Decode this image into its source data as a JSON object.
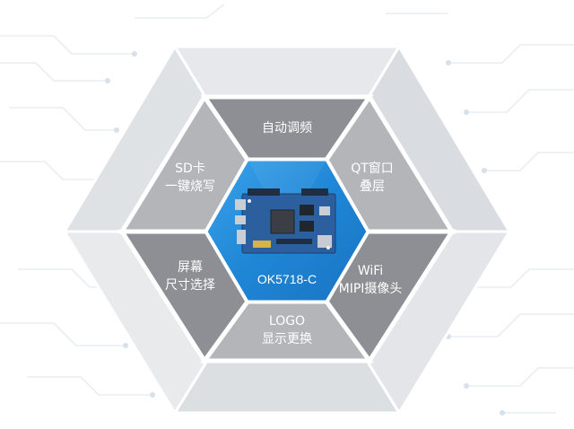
{
  "colors": {
    "background": "#ffffff",
    "circuit_lines": "#e3e9ef",
    "outer_hex_light": "#e9ebee",
    "outer_hex_mid": "#dcdfe3",
    "inner_segment_dark": "#8d8f94",
    "inner_segment_light": "#b3b5b9",
    "center_hex": "#1f86d6",
    "center_hex_light": "#43a7ec",
    "board_blue": "#2b5f9e"
  },
  "center": {
    "label": "OK5718-C",
    "image": "board-photo"
  },
  "segments": {
    "top": {
      "lines": [
        "自动调频"
      ]
    },
    "upper_right": {
      "lines": [
        "QT窗口",
        "叠层"
      ]
    },
    "lower_right": {
      "lines": [
        "WiFi",
        "MIPI摄像头"
      ]
    },
    "bottom": {
      "lines": [
        "LOGO",
        "显示更换"
      ]
    },
    "lower_left": {
      "lines": [
        "屏幕",
        "尺寸选择"
      ]
    },
    "upper_left": {
      "lines": [
        "SD卡",
        "一键烧写"
      ]
    }
  }
}
